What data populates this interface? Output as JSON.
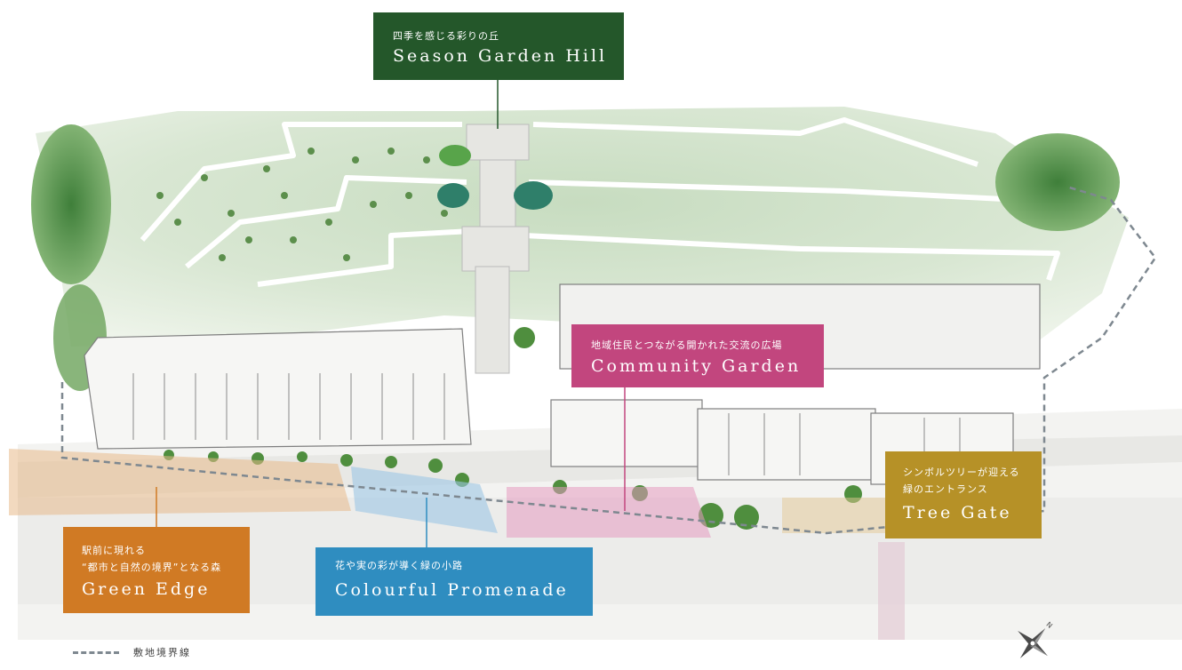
{
  "labels": {
    "season_garden_hill": {
      "subtitle": "四季を感じる彩りの丘",
      "title": "Season Garden Hill"
    },
    "community_garden": {
      "subtitle": "地域住民とつながる開かれた交流の広場",
      "title": "Community Garden"
    },
    "tree_gate": {
      "subtitle_line1": "シンボルツリーが迎える",
      "subtitle_line2": "緑のエントランス",
      "title": "Tree Gate"
    },
    "green_edge": {
      "subtitle_line1": "駅前に現れる",
      "subtitle_line2": "“都市と自然の境界”となる森",
      "title": "Green Edge"
    },
    "colourful_promenade": {
      "subtitle": "花や実の彩が導く緑の小路",
      "title": "Colourful Promenade"
    }
  },
  "legend": {
    "boundary_label": "敷地境界線"
  },
  "colors": {
    "season_garden_hill": "#24572a",
    "community_garden": "#c2467e",
    "tree_gate": "#b69127",
    "green_edge": "#d07a24",
    "colourful_promenade": "#2f8dc0",
    "boundary_line": "#7e8890"
  },
  "icons": {
    "compass": "compass-rose-icon"
  }
}
